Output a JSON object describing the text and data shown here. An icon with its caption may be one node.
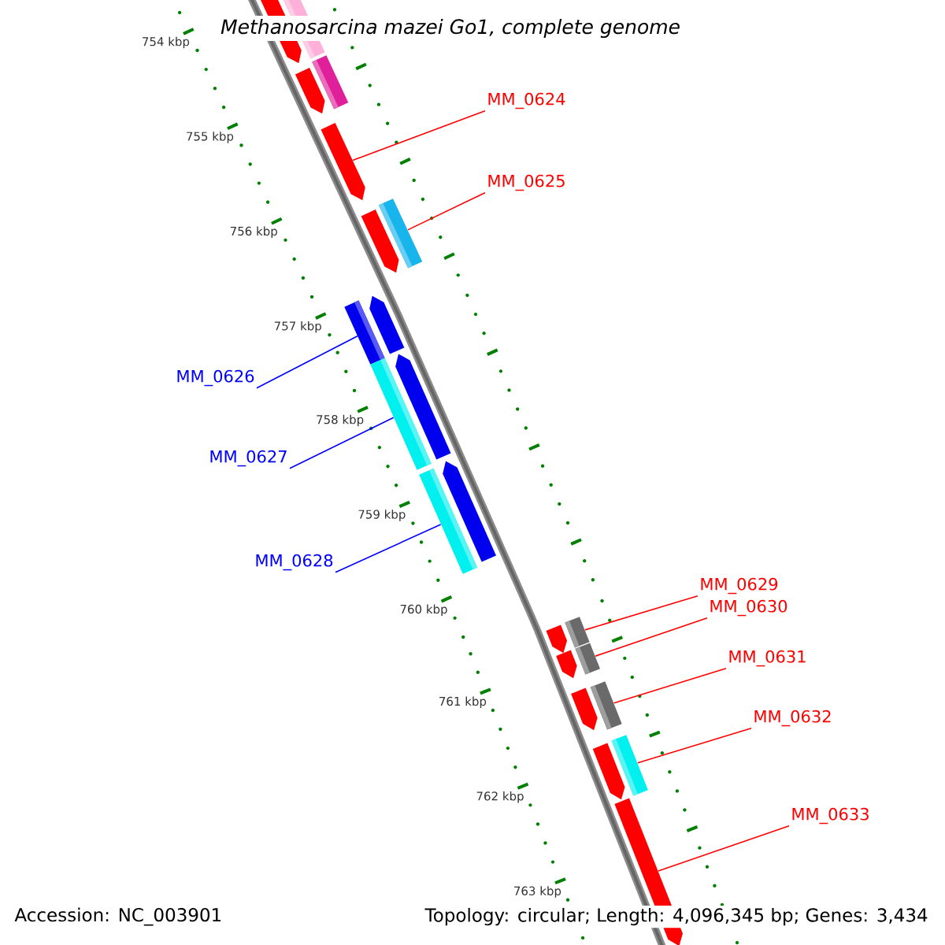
{
  "diagram": {
    "title": "Methanosarcina mazei Go1, complete genome",
    "nodes": [
      {
        "text": [
          "MM_0624"
        ]
      },
      {
        "text": [
          "MM_0625"
        ]
      },
      {
        "text": [
          "MM_0626"
        ]
      },
      {
        "text": [
          "MM_0627"
        ]
      },
      {
        "text": [
          "MM_0628"
        ]
      },
      {
        "text": [
          "MM_0629"
        ]
      },
      {
        "text": [
          "MM_0630"
        ]
      },
      {
        "text": [
          "MM_0631"
        ]
      },
      {
        "text": [
          "MM_0632"
        ]
      },
      {
        "text": [
          "MM_0633"
        ]
      },
      {
        "text": [],
        "shape": "arrow"
      },
      {
        "text": [],
        "shape": "box"
      },
      {
        "text": [],
        "shape": "box"
      },
      {
        "text": [],
        "shape": "arrow"
      },
      {
        "text": [],
        "shape": "arrow"
      },
      {
        "text": [],
        "shape": "box"
      },
      {
        "text": [],
        "shape": "arrow"
      },
      {
        "text": [],
        "shape": "arrow"
      },
      {
        "text": [],
        "shape": "box"
      },
      {
        "text": [],
        "shape": "arrow"
      },
      {
        "text": [],
        "shape": "box"
      },
      {
        "text": [],
        "shape": "arrow"
      },
      {
        "text": [],
        "shape": "box"
      },
      {
        "text": [],
        "shape": "box"
      },
      {
        "text": [],
        "shape": "arrow"
      },
      {
        "text": [],
        "shape": "box"
      },
      {
        "text": [],
        "shape": "arrow"
      },
      {
        "text": [],
        "shape": "box"
      },
      {
        "text": [],
        "shape": "arrow"
      },
      {
        "text": [],
        "shape": "box"
      },
      {
        "text": [],
        "shape": "arrow"
      },
      {
        "text": [],
        "shape": "arrow"
      }
    ],
    "edges": [
      {
        "from": 0,
        "to": 14,
        "arrow": "none"
      },
      {
        "from": 1,
        "to": 15,
        "arrow": "none"
      },
      {
        "from": 2,
        "to": 18,
        "arrow": "none",
        "color": "#0000ff"
      },
      {
        "from": 3,
        "to": 20,
        "arrow": "none",
        "color": "#0000ff"
      },
      {
        "from": 4,
        "to": 22,
        "arrow": "none",
        "color": "#0000ff"
      },
      {
        "from": 5,
        "to": 23,
        "arrow": "none"
      },
      {
        "from": 6,
        "to": 25,
        "arrow": "none"
      },
      {
        "from": 7,
        "to": 27,
        "arrow": "none"
      },
      {
        "from": 8,
        "to": 29,
        "arrow": "none"
      },
      {
        "from": 9,
        "to": 31,
        "arrow": "none"
      }
    ],
    "labels": [
      "754 kbp",
      "755 kbp",
      "756 kbp",
      "757 kbp",
      "758 kbp",
      "759 kbp",
      "760 kbp",
      "761 kbp",
      "762 kbp",
      "763 kbp",
      "Accession: NC_003901",
      "Topology: circular; Length: 4,096,345 bp; Genes: 3,434"
    ]
  }
}
